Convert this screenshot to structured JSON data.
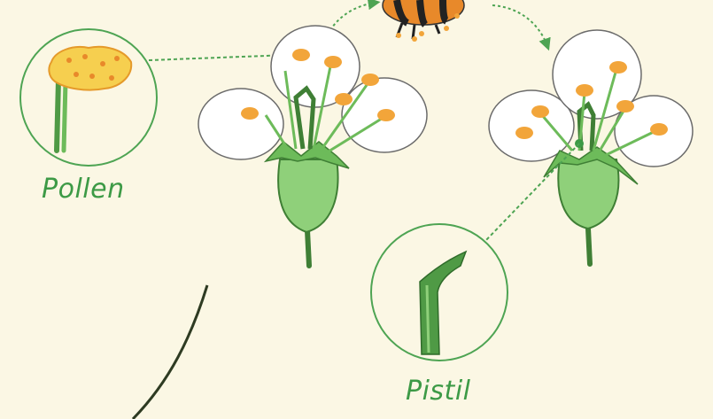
{
  "labels": {
    "pollen": "Pollen",
    "pistil": "Pistil"
  },
  "colors": {
    "background": "#fbf7e4",
    "label_green": "#3d9a46",
    "connector_green": "#4ea453",
    "stem_green": "#4f9a45",
    "ovary_green": "#8fd07a",
    "petal_white": "#ffffff",
    "petal_outline": "#6b6b6b",
    "pollen_orange": "#f2a53a",
    "pollen_yellow": "#f6cf4f"
  },
  "icons": [
    "flower-before-pollination",
    "flower-after-pollination",
    "bee-icon",
    "pollen-zoom-icon",
    "pistil-zoom-icon"
  ]
}
